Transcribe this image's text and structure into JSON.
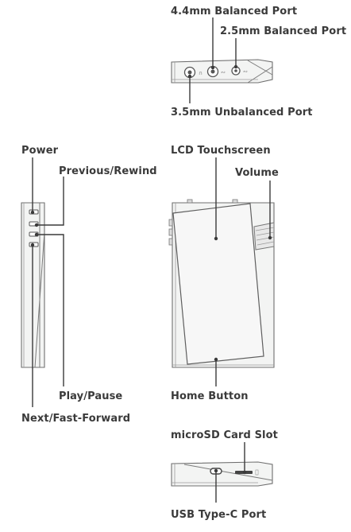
{
  "labels": {
    "port_44": "4.4mm Balanced Port",
    "port_25": "2.5mm Balanced Port",
    "port_35": "3.5mm Unbalanced Port",
    "power": "Power",
    "previous": "Previous/Rewind",
    "play": "Play/Pause",
    "next": "Next/Fast-Forward",
    "lcd": "LCD Touchscreen",
    "volume": "Volume",
    "home": "Home Button",
    "microsd": "microSD Card Slot",
    "usb": "USB Type-C Port"
  },
  "icons": {
    "top_view": "player-top-view",
    "side_view": "player-side-view",
    "front_view": "player-front-view",
    "bottom_view": "player-bottom-view"
  },
  "colors": {
    "label": "#3a3a3a",
    "body": "#f3f4f3",
    "outline": "#6f6f6f",
    "background": "#ffffff"
  }
}
